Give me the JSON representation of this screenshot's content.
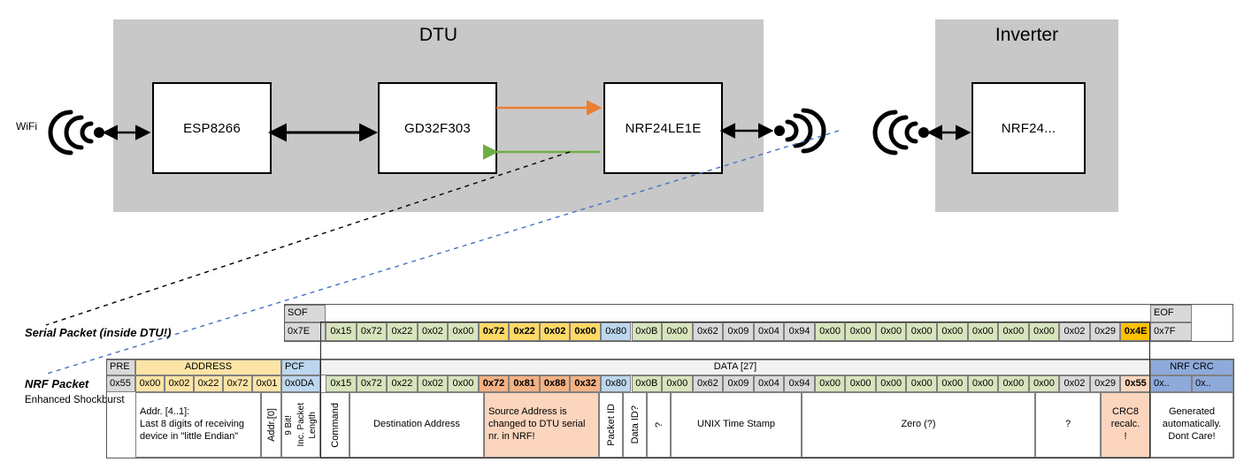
{
  "diagram": {
    "dtu": {
      "title": "DTU",
      "chips": [
        "ESP8266",
        "GD32F303",
        "NRF24LE1E"
      ]
    },
    "inverter": {
      "title": "Inverter",
      "chips": [
        "NRF24..."
      ]
    },
    "wifi_label": "WiFi",
    "arrows": {
      "orange_color": "#ed7d31",
      "green_color": "#70ad47",
      "black_color": "#000000"
    }
  },
  "serial_packet": {
    "row_label": "Serial Packet (inside DTU!)",
    "sof_header": "SOF",
    "eof_header": "EOF",
    "sof_value": "0x7E",
    "eof_value": "0x7F",
    "bytes": [
      {
        "v": "0x15",
        "c": "green",
        "b": false
      },
      {
        "v": "0x72",
        "c": "green",
        "b": false
      },
      {
        "v": "0x22",
        "c": "green",
        "b": false
      },
      {
        "v": "0x02",
        "c": "green",
        "b": false
      },
      {
        "v": "0x00",
        "c": "green",
        "b": false
      },
      {
        "v": "0x72",
        "c": "yellow",
        "b": true
      },
      {
        "v": "0x22",
        "c": "yellow",
        "b": true
      },
      {
        "v": "0x02",
        "c": "yellow",
        "b": true
      },
      {
        "v": "0x00",
        "c": "yellow",
        "b": true
      },
      {
        "v": "0x80",
        "c": "blue",
        "b": false
      },
      {
        "v": "0x0B",
        "c": "green",
        "b": false
      },
      {
        "v": "0x00",
        "c": "green",
        "b": false
      },
      {
        "v": "0x62",
        "c": "grey",
        "b": false
      },
      {
        "v": "0x09",
        "c": "grey",
        "b": false
      },
      {
        "v": "0x04",
        "c": "grey",
        "b": false
      },
      {
        "v": "0x94",
        "c": "grey",
        "b": false
      },
      {
        "v": "0x00",
        "c": "green",
        "b": false
      },
      {
        "v": "0x00",
        "c": "green",
        "b": false
      },
      {
        "v": "0x00",
        "c": "green",
        "b": false
      },
      {
        "v": "0x00",
        "c": "green",
        "b": false
      },
      {
        "v": "0x00",
        "c": "green",
        "b": false
      },
      {
        "v": "0x00",
        "c": "green",
        "b": false
      },
      {
        "v": "0x00",
        "c": "green",
        "b": false
      },
      {
        "v": "0x00",
        "c": "green",
        "b": false
      },
      {
        "v": "0x02",
        "c": "grey",
        "b": false
      },
      {
        "v": "0x29",
        "c": "grey",
        "b": false
      },
      {
        "v": "0x4E",
        "c": "orange",
        "b": true
      }
    ]
  },
  "nrf_packet": {
    "row_label": "NRF Packet",
    "sub_label": "Enhanced Shockburst",
    "headers": {
      "pre": "PRE",
      "address": "ADDRESS",
      "pcf": "PCF",
      "data": "DATA [27]",
      "crc": "NRF CRC"
    },
    "pre_value": "0x55",
    "address_values": [
      "0x00",
      "0x02",
      "0x22",
      "0x72",
      "0x01"
    ],
    "pcf_value": "0x0DA",
    "crc_values": [
      "0x..",
      "0x.."
    ],
    "bytes": [
      {
        "v": "0x15",
        "c": "green",
        "b": false
      },
      {
        "v": "0x72",
        "c": "green",
        "b": false
      },
      {
        "v": "0x22",
        "c": "green",
        "b": false
      },
      {
        "v": "0x02",
        "c": "green",
        "b": false
      },
      {
        "v": "0x00",
        "c": "green",
        "b": false
      },
      {
        "v": "0x72",
        "c": "salmon",
        "b": true
      },
      {
        "v": "0x81",
        "c": "salmon",
        "b": true
      },
      {
        "v": "0x88",
        "c": "salmon",
        "b": true
      },
      {
        "v": "0x32",
        "c": "salmon",
        "b": true
      },
      {
        "v": "0x80",
        "c": "blue",
        "b": false
      },
      {
        "v": "0x0B",
        "c": "green",
        "b": false
      },
      {
        "v": "0x00",
        "c": "green",
        "b": false
      },
      {
        "v": "0x62",
        "c": "grey",
        "b": false
      },
      {
        "v": "0x09",
        "c": "grey",
        "b": false
      },
      {
        "v": "0x04",
        "c": "grey",
        "b": false
      },
      {
        "v": "0x94",
        "c": "grey",
        "b": false
      },
      {
        "v": "0x00",
        "c": "green",
        "b": false
      },
      {
        "v": "0x00",
        "c": "green",
        "b": false
      },
      {
        "v": "0x00",
        "c": "green",
        "b": false
      },
      {
        "v": "0x00",
        "c": "green",
        "b": false
      },
      {
        "v": "0x00",
        "c": "green",
        "b": false
      },
      {
        "v": "0x00",
        "c": "green",
        "b": false
      },
      {
        "v": "0x00",
        "c": "green",
        "b": false
      },
      {
        "v": "0x00",
        "c": "green",
        "b": false
      },
      {
        "v": "0x02",
        "c": "grey",
        "b": false
      },
      {
        "v": "0x29",
        "c": "grey",
        "b": false
      },
      {
        "v": "0x55",
        "c": "lsalmon",
        "b": true
      }
    ],
    "descriptions": {
      "address": "Addr. [4..1]:\nLast 8 digits of receiving\ndevice in \"little Endian\"",
      "address_l0": "Addr.[0]",
      "pcf": "9 Bit!  Inc. Packet Length",
      "pcf_a": "9 Bit!",
      "pcf_b": "Inc. Packet",
      "pcf_c": "Length",
      "command": "Command",
      "destination": "Destination Address",
      "source": "Source Address is changed to DTU serial nr. in NRF!",
      "packet_id": "Packet ID",
      "data_id": "Data ID?",
      "tilde": "?",
      "unix": "UNIX Time Stamp",
      "zero": "Zero (?)",
      "unknown": "?",
      "crc8": "CRC8 recalc. !",
      "crc8_a": "CRC8",
      "crc8_b": "recalc.",
      "crc8_c": "!",
      "crc_gen": "Generated automatically. Dont Care!",
      "crc_gen_a": "Generated",
      "crc_gen_b": "automatically.",
      "crc_gen_c": "Dont Care!"
    }
  }
}
